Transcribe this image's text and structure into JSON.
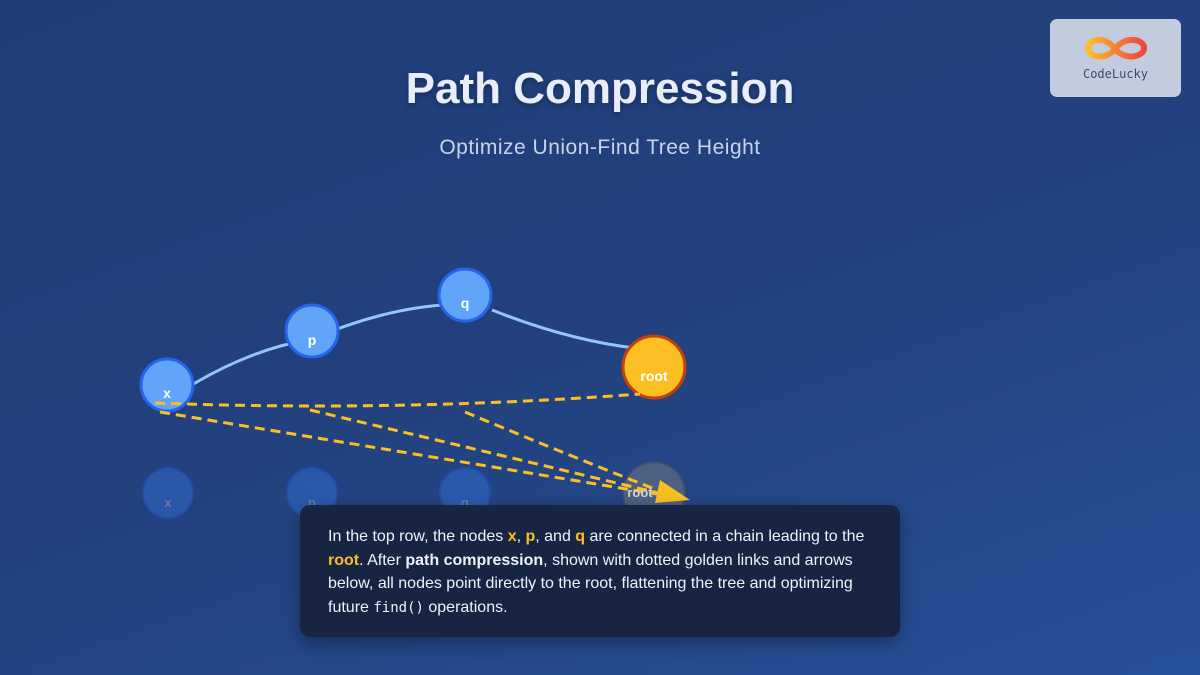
{
  "header": {
    "title": "Path Compression",
    "subtitle": "Optimize Union-Find Tree Height"
  },
  "logo": {
    "name": "CodeLucky"
  },
  "diagram": {
    "top_nodes": [
      "x",
      "p",
      "q",
      "root"
    ],
    "bottom_nodes": [
      "x",
      "p",
      "q",
      "root"
    ],
    "colors": {
      "node": "#60a5fa",
      "root": "#fbbf24",
      "link": "#93c5fd",
      "compressed": "#fbbf24"
    }
  },
  "caption": {
    "t1": "In the top row, the nodes ",
    "x": "x",
    "t2": ", ",
    "p": "p",
    "t3": ", and ",
    "q": "q",
    "t4": " are connected in a chain leading to the ",
    "root": "root",
    "t5": ". After ",
    "pc": "path compression",
    "t6": ", shown with dotted golden links and arrows below, all nodes point directly to the root, flattening the tree and optimizing future ",
    "code": "find()",
    "t7": " operations."
  }
}
